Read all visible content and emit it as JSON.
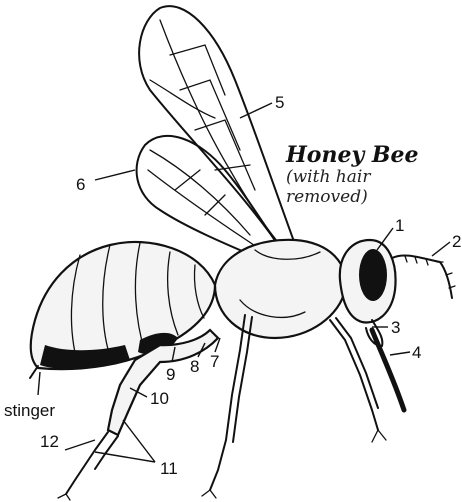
{
  "title": "Honey Bee",
  "subtitle_line1": "(with hair",
  "subtitle_line2": "removed)",
  "labels": {
    "n1": "1",
    "n2": "2",
    "n3": "3",
    "n4": "4",
    "n5": "5",
    "n6": "6",
    "n7": "7",
    "n8": "8",
    "n9": "9",
    "n10": "10",
    "n11": "11",
    "n12": "12",
    "stinger": "stinger"
  }
}
